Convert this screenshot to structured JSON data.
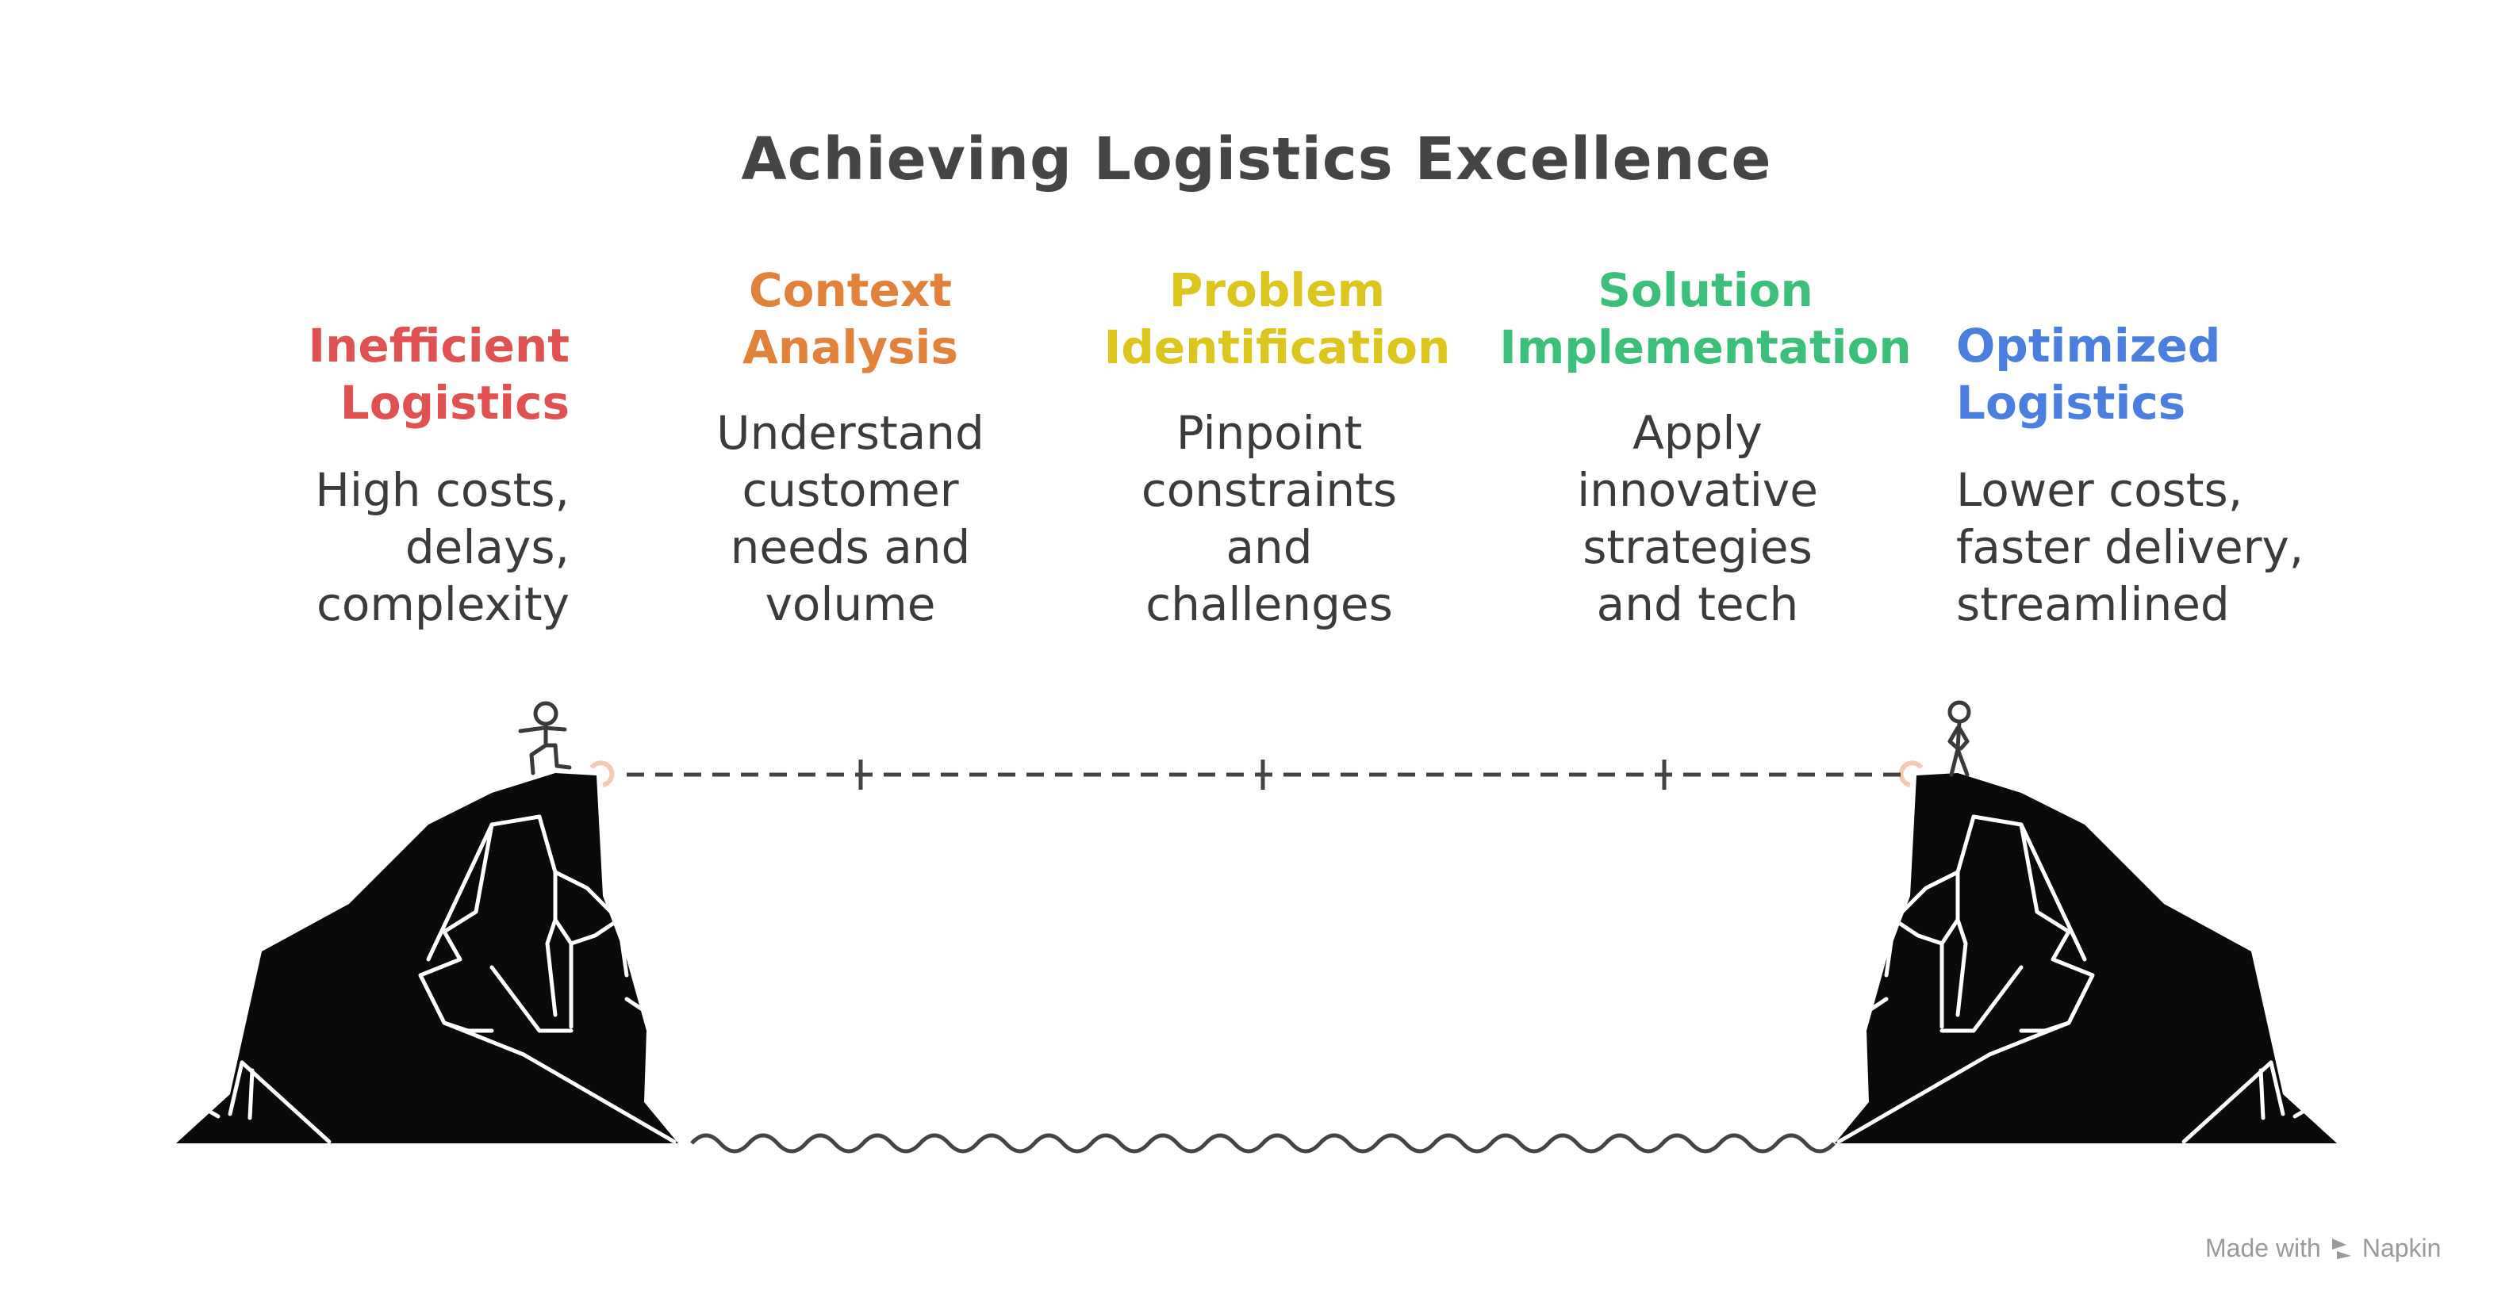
{
  "title": "Achieving Logistics Excellence",
  "stages": [
    {
      "title_lines": [
        "Inefficient",
        "Logistics"
      ],
      "desc_lines": [
        "High costs,",
        "delays,",
        "complexity"
      ],
      "color": "#e05252"
    },
    {
      "title_lines": [
        "Context",
        "Analysis"
      ],
      "desc_lines": [
        "Understand",
        "customer",
        "needs and",
        "volume"
      ],
      "color": "#e2823a"
    },
    {
      "title_lines": [
        "Problem",
        "Identification"
      ],
      "desc_lines": [
        "Pinpoint",
        "constraints",
        "and",
        "challenges"
      ],
      "color": "#dcc51c"
    },
    {
      "title_lines": [
        "Solution",
        "Implementation"
      ],
      "desc_lines": [
        "Apply",
        "innovative",
        "strategies",
        "and tech"
      ],
      "color": "#3cbf7a"
    },
    {
      "title_lines": [
        "Optimized",
        "Logistics"
      ],
      "desc_lines": [
        "Lower costs,",
        "faster delivery,",
        "streamlined"
      ],
      "color": "#4a7fe0"
    }
  ],
  "watermark": {
    "prefix": "Made with",
    "brand": "Napkin",
    "icon": "napkin-logo-icon"
  }
}
